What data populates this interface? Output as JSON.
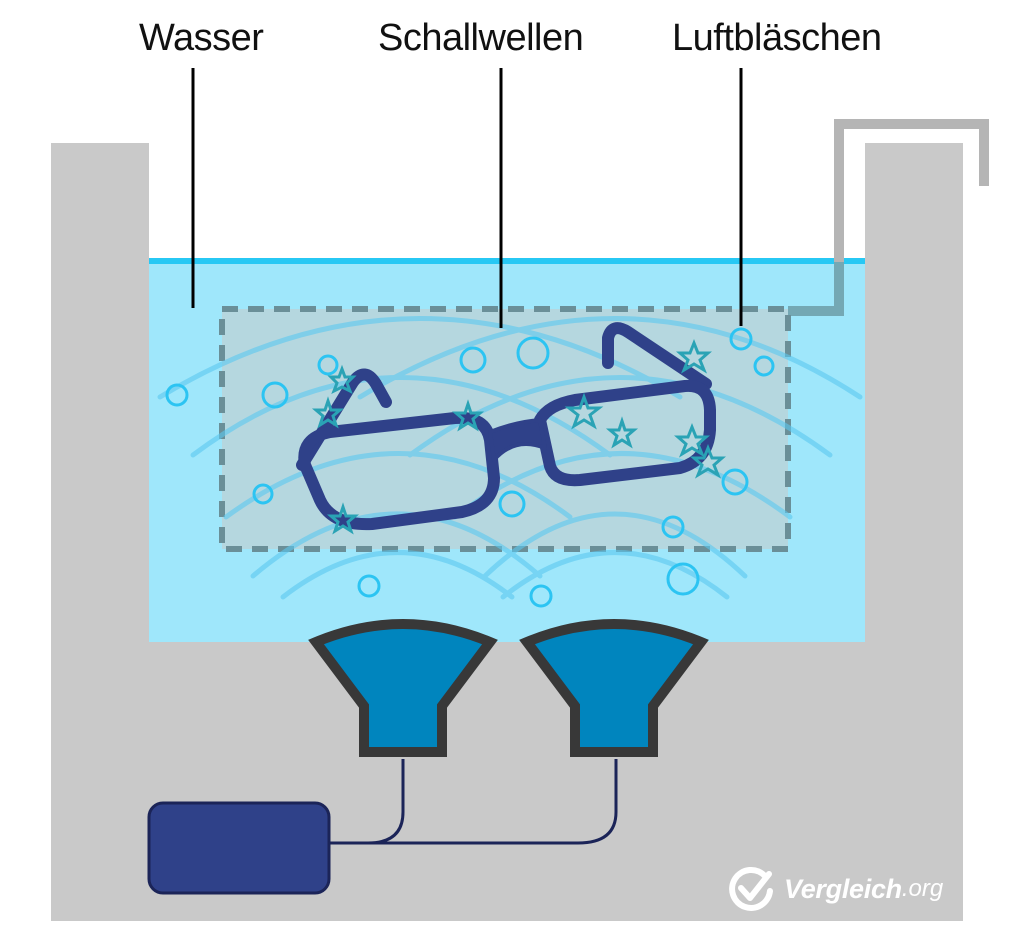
{
  "labels": {
    "water": "Wasser",
    "sound_waves": "Schallwellen",
    "air_bubbles": "Luftbläschen"
  },
  "logo": {
    "brand": "Vergleich",
    "tld": ".org",
    "icon": "check-circle-icon"
  },
  "colors": {
    "tank": "#c9c9c9",
    "water": "#9fe7fb",
    "water_surface": "#27c8f4",
    "basket_fill": "#b5d7df",
    "basket_border": "#6a8f98",
    "glasses": "#2f4189",
    "bubble": "#2cc4f2",
    "sparkle": "#2aa3b5",
    "transducer_fill": "#0085be",
    "transducer_border": "#383838",
    "generator": "#2f4189",
    "wire": "#1b2458",
    "overflow_pipe": "#b5b5b5"
  },
  "components": {
    "tank": "ultrasonic cleaning tank",
    "object": "glasses",
    "transducers": 2,
    "generator": "ultrasonic generator"
  }
}
